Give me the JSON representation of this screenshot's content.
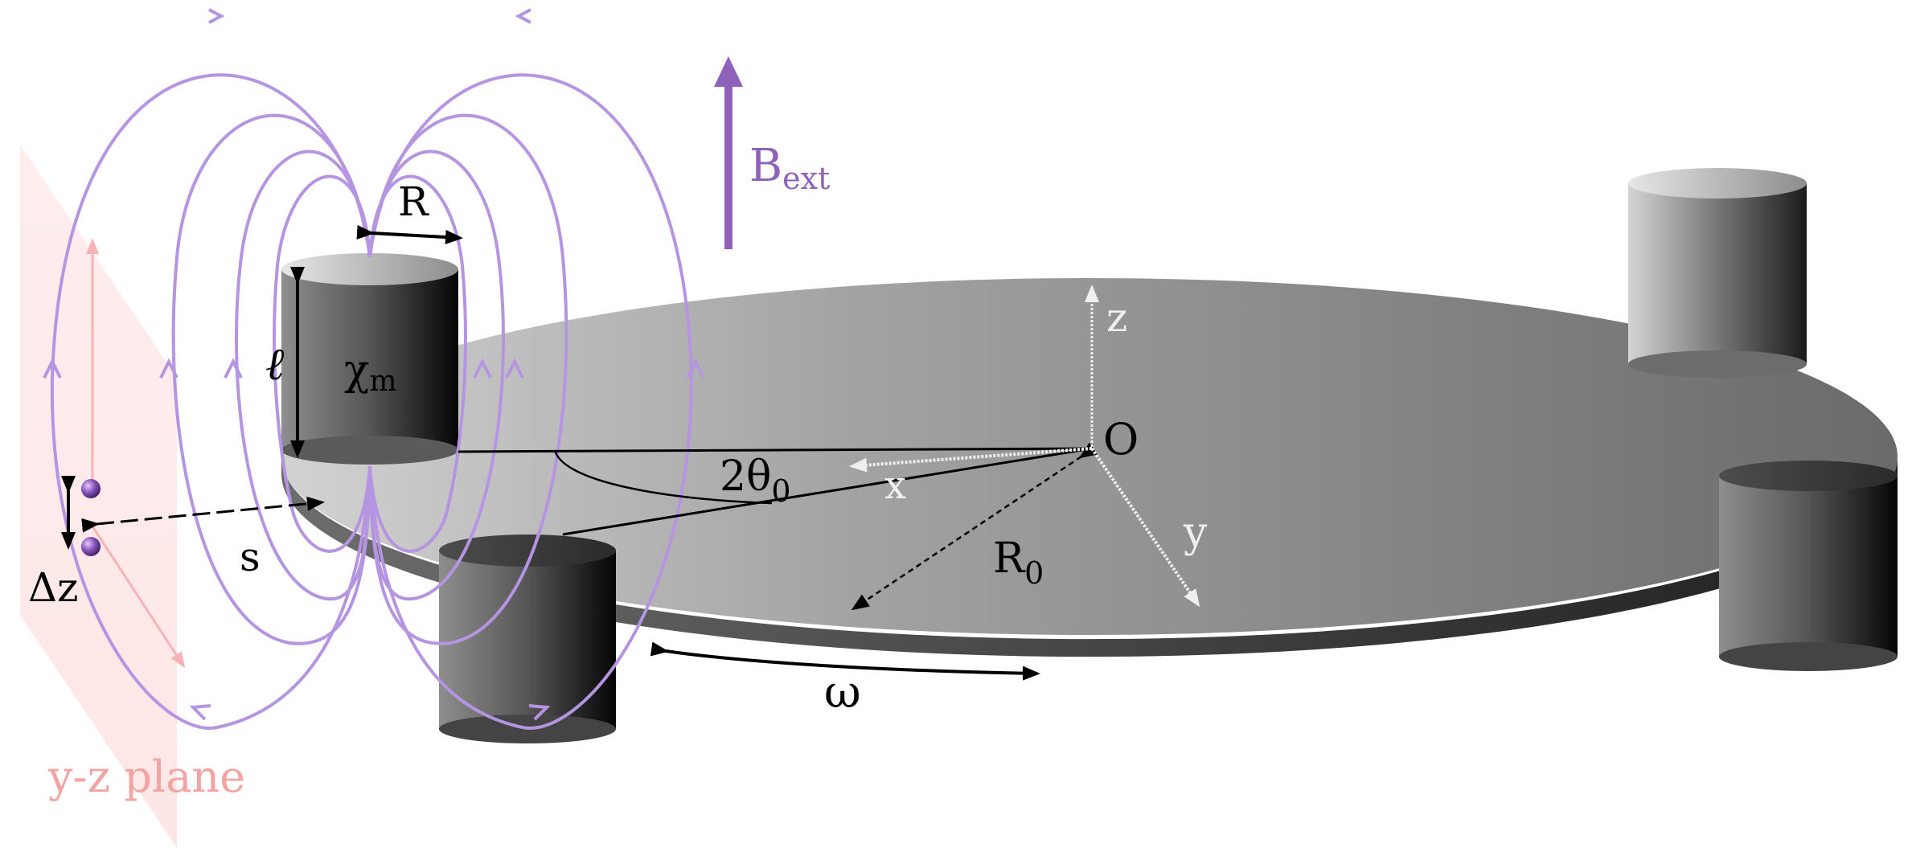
{
  "labels": {
    "b_ext_main": "B",
    "b_ext_sub": "ext",
    "radius": "R",
    "length": "ℓ",
    "susceptibility_main": "χ",
    "susceptibility_sub": "m",
    "origin": "O",
    "angle_main": "2θ",
    "angle_sub": "0",
    "axis_x": "x",
    "axis_y": "y",
    "axis_z": "z",
    "ring_radius_main": "R",
    "ring_radius_sub": "0",
    "separation": "s",
    "delta_z": "Δz",
    "angular_velocity": "ω",
    "plane": "y-z plane"
  },
  "colors": {
    "field_lines": "#b595e2",
    "field_arrow": "#8e61bb",
    "plane": "#fde4e4",
    "plane_text": "#f4a3a3",
    "disk_light": "#aaaaaa",
    "disk_dark": "#6a6a6a",
    "axis_arrow": "#e8e8e8",
    "annotation": "#000000"
  }
}
